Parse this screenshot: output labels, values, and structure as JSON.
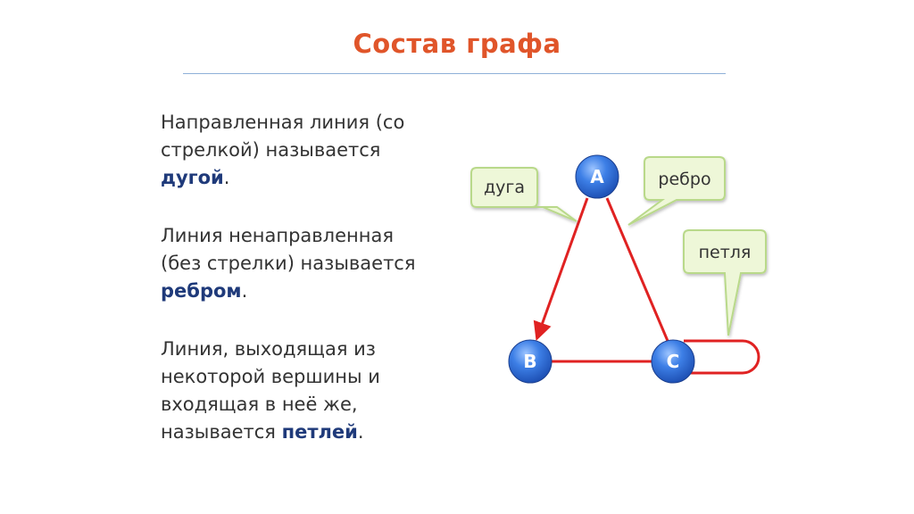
{
  "slide": {
    "title": "Состав графа",
    "colors": {
      "title": "#e0552a",
      "term": "#1f3a7a",
      "body_text": "#333333",
      "edge": "#e02222",
      "node_fill": "#2f6fd8",
      "callout_fill": "#eef7d8",
      "callout_stroke": "#b9d98a"
    },
    "paragraphs": [
      {
        "line1": "Направленная линия (со",
        "line2": "стрелкой) называется",
        "term": "дугой",
        "end": "."
      },
      {
        "line1": "Линия ненаправленная",
        "line2": "(без стрелки) называется",
        "term": "ребром",
        "end": "."
      },
      {
        "line1": "Линия, выходящая из",
        "line2": "некоторой вершины и",
        "line3": "входящая в неё же,",
        "line4_prefix": "называется ",
        "term": "петлей",
        "end": "."
      }
    ]
  },
  "diagram": {
    "nodes": {
      "a": "A",
      "b": "B",
      "c": "C"
    },
    "callouts": {
      "arc": "дуга",
      "edge": "ребро",
      "loop": "петля"
    }
  }
}
